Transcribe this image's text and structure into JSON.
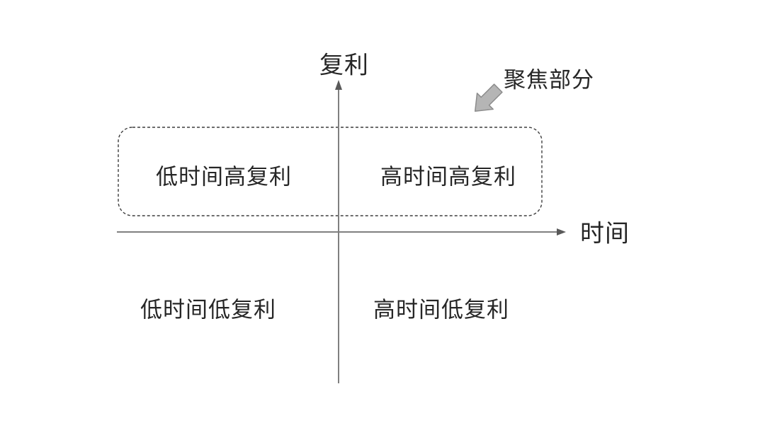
{
  "diagram": {
    "y_axis": {
      "label": "复利"
    },
    "x_axis": {
      "label": "时间"
    },
    "annotation": {
      "label": "聚焦部分"
    },
    "quadrants": {
      "top_left": "低时间高复利",
      "top_right": "高时间高复利",
      "bottom_left": "低时间低复利",
      "bottom_right": "高时间低复利"
    },
    "colors": {
      "axis_line": "#808080",
      "axis_arrowhead": "#595959",
      "dashed_border": "#3d3d3d",
      "block_arrow_fill": "#b5b5b5",
      "block_arrow_stroke": "#8c8c8c",
      "text": "#262626",
      "background": "#ffffff"
    }
  }
}
